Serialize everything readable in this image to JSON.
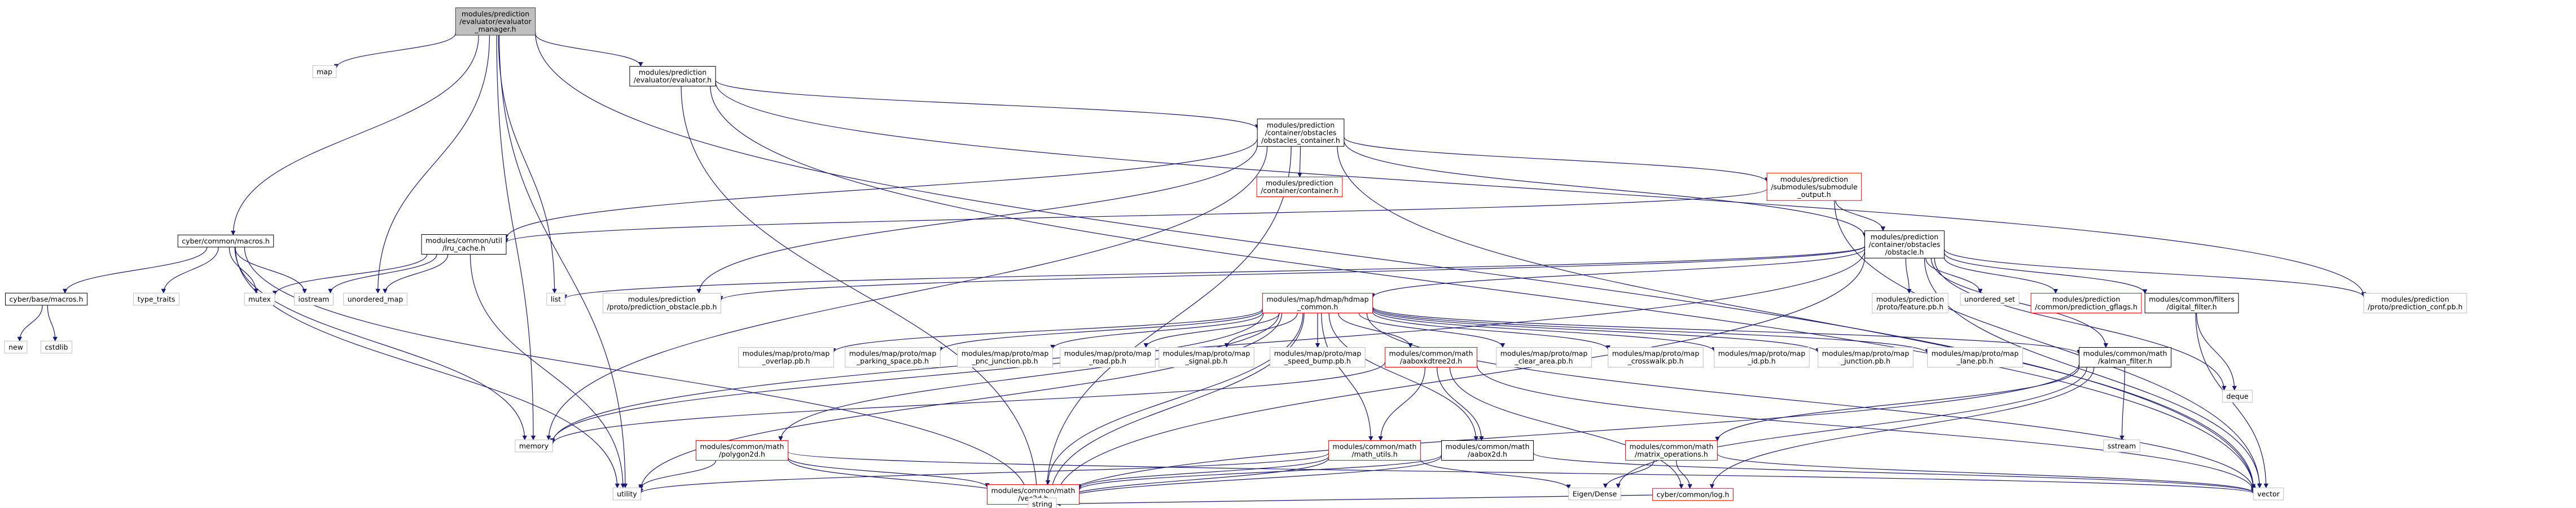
{
  "colors": {
    "root_fill": "#bfbfbf",
    "node_fill": "#ffffff",
    "documented_border": "#000000",
    "undocumented_border": "#ff0000",
    "external_border": "#bfbfbf",
    "edge": "#191970"
  },
  "nodes": [
    {
      "id": "n0",
      "lines": [
        "modules/prediction",
        "/evaluator/evaluator",
        "_manager.h"
      ],
      "kind": "root"
    },
    {
      "id": "n1",
      "lines": [
        "map"
      ],
      "kind": "external"
    },
    {
      "id": "n2",
      "lines": [
        "modules/prediction",
        "/evaluator/evaluator.h"
      ],
      "kind": "documented"
    },
    {
      "id": "n3",
      "lines": [
        "cyber/common/macros.h"
      ],
      "kind": "documented"
    },
    {
      "id": "n4",
      "lines": [
        "modules/prediction",
        "/container/obstacles",
        "/obstacles_container.h"
      ],
      "kind": "documented"
    },
    {
      "id": "n5",
      "lines": [
        "modules/prediction",
        "/container/container.h"
      ],
      "kind": "undocumented"
    },
    {
      "id": "n6",
      "lines": [
        "modules/prediction",
        "/submodules/submodule",
        "_output.h"
      ],
      "kind": "undocumented"
    },
    {
      "id": "n7",
      "lines": [
        "modules/common/util",
        "/lru_cache.h"
      ],
      "kind": "documented"
    },
    {
      "id": "n8",
      "lines": [
        "modules/prediction",
        "/container/obstacles",
        "/obstacle.h"
      ],
      "kind": "documented"
    },
    {
      "id": "n9",
      "lines": [
        "cyber/base/macros.h"
      ],
      "kind": "documented"
    },
    {
      "id": "n10",
      "lines": [
        "new"
      ],
      "kind": "external"
    },
    {
      "id": "n11",
      "lines": [
        "cstdlib"
      ],
      "kind": "external"
    },
    {
      "id": "n12",
      "lines": [
        "type_traits"
      ],
      "kind": "external"
    },
    {
      "id": "n13",
      "lines": [
        "mutex"
      ],
      "kind": "external"
    },
    {
      "id": "n14",
      "lines": [
        "iostream"
      ],
      "kind": "external"
    },
    {
      "id": "n15",
      "lines": [
        "unordered_map"
      ],
      "kind": "external"
    },
    {
      "id": "n16",
      "lines": [
        "list"
      ],
      "kind": "external"
    },
    {
      "id": "n17",
      "lines": [
        "modules/prediction",
        "/proto/prediction_obstacle.pb.h"
      ],
      "kind": "external"
    },
    {
      "id": "n18",
      "lines": [
        "modules/map/hdmap/hdmap",
        "_common.h"
      ],
      "kind": "undocumented"
    },
    {
      "id": "n19",
      "lines": [
        "modules/prediction",
        "/proto/feature.pb.h"
      ],
      "kind": "external"
    },
    {
      "id": "n20",
      "lines": [
        "unordered_set"
      ],
      "kind": "external"
    },
    {
      "id": "n21",
      "lines": [
        "modules/prediction",
        "/common/prediction_gflags.h"
      ],
      "kind": "undocumented"
    },
    {
      "id": "n22",
      "lines": [
        "modules/common/filters",
        "/digital_filter.h"
      ],
      "kind": "documented"
    },
    {
      "id": "n23",
      "lines": [
        "modules/prediction",
        "/proto/prediction_conf.pb.h"
      ],
      "kind": "external"
    },
    {
      "id": "n24",
      "lines": [
        "modules/map/proto/map",
        "_overlap.pb.h"
      ],
      "kind": "external"
    },
    {
      "id": "n25",
      "lines": [
        "modules/map/proto/map",
        "_parking_space.pb.h"
      ],
      "kind": "external"
    },
    {
      "id": "n26",
      "lines": [
        "modules/map/proto/map",
        "_pnc_junction.pb.h"
      ],
      "kind": "external"
    },
    {
      "id": "n27",
      "lines": [
        "modules/map/proto/map",
        "_road.pb.h"
      ],
      "kind": "external"
    },
    {
      "id": "n28",
      "lines": [
        "modules/map/proto/map",
        "_signal.pb.h"
      ],
      "kind": "external"
    },
    {
      "id": "n29",
      "lines": [
        "modules/map/proto/map",
        "_speed_bump.pb.h"
      ],
      "kind": "external"
    },
    {
      "id": "n30",
      "lines": [
        "modules/common/math",
        "/aaboxkdtree2d.h"
      ],
      "kind": "undocumented"
    },
    {
      "id": "n31",
      "lines": [
        "modules/map/proto/map",
        "_clear_area.pb.h"
      ],
      "kind": "external"
    },
    {
      "id": "n32",
      "lines": [
        "modules/map/proto/map",
        "_crosswalk.pb.h"
      ],
      "kind": "external"
    },
    {
      "id": "n33",
      "lines": [
        "modules/map/proto/map",
        "_id.pb.h"
      ],
      "kind": "external"
    },
    {
      "id": "n34",
      "lines": [
        "modules/map/proto/map",
        "_junction.pb.h"
      ],
      "kind": "external"
    },
    {
      "id": "n35",
      "lines": [
        "modules/map/proto/map",
        "_lane.pb.h"
      ],
      "kind": "external"
    },
    {
      "id": "n36",
      "lines": [
        "modules/common/math",
        "/kalman_filter.h"
      ],
      "kind": "documented"
    },
    {
      "id": "n37",
      "lines": [
        "deque"
      ],
      "kind": "external"
    },
    {
      "id": "n38",
      "lines": [
        "memory"
      ],
      "kind": "external"
    },
    {
      "id": "n39",
      "lines": [
        "modules/common/math",
        "/polygon2d.h"
      ],
      "kind": "undocumented"
    },
    {
      "id": "n40",
      "lines": [
        "modules/common/math",
        "/math_utils.h"
      ],
      "kind": "undocumented"
    },
    {
      "id": "n41",
      "lines": [
        "modules/common/math",
        "/aabox2d.h"
      ],
      "kind": "documented"
    },
    {
      "id": "n42",
      "lines": [
        "modules/common/math",
        "/matrix_operations.h"
      ],
      "kind": "undocumented"
    },
    {
      "id": "n43",
      "lines": [
        "sstream"
      ],
      "kind": "external"
    },
    {
      "id": "n44",
      "lines": [
        "utility"
      ],
      "kind": "external"
    },
    {
      "id": "n45",
      "lines": [
        "modules/common/math",
        "/vec2d.h"
      ],
      "kind": "undocumented"
    },
    {
      "id": "n46",
      "lines": [
        "Eigen/Dense"
      ],
      "kind": "external"
    },
    {
      "id": "n47",
      "lines": [
        "cyber/common/log.h"
      ],
      "kind": "undocumented"
    },
    {
      "id": "n48",
      "lines": [
        "vector"
      ],
      "kind": "external"
    },
    {
      "id": "n49",
      "lines": [
        "string"
      ],
      "kind": "external"
    }
  ],
  "edges": [
    [
      "n0",
      "n1"
    ],
    [
      "n0",
      "n2"
    ],
    [
      "n0",
      "n3"
    ],
    [
      "n0",
      "n15"
    ],
    [
      "n0",
      "n16"
    ],
    [
      "n0",
      "n38"
    ],
    [
      "n0",
      "n44"
    ],
    [
      "n0",
      "n48"
    ],
    [
      "n2",
      "n4"
    ],
    [
      "n2",
      "n23"
    ],
    [
      "n2",
      "n49"
    ],
    [
      "n2",
      "n48"
    ],
    [
      "n3",
      "n9"
    ],
    [
      "n3",
      "n12"
    ],
    [
      "n3",
      "n13"
    ],
    [
      "n3",
      "n14"
    ],
    [
      "n3",
      "n38"
    ],
    [
      "n3",
      "n44"
    ],
    [
      "n3",
      "n49"
    ],
    [
      "n9",
      "n10"
    ],
    [
      "n9",
      "n11"
    ],
    [
      "n4",
      "n5"
    ],
    [
      "n4",
      "n6"
    ],
    [
      "n4",
      "n7"
    ],
    [
      "n4",
      "n8"
    ],
    [
      "n4",
      "n17"
    ],
    [
      "n4",
      "n38"
    ],
    [
      "n4",
      "n48"
    ],
    [
      "n4",
      "n49"
    ],
    [
      "n6",
      "n7"
    ],
    [
      "n6",
      "n8"
    ],
    [
      "n6",
      "n48"
    ],
    [
      "n7",
      "n13"
    ],
    [
      "n7",
      "n14"
    ],
    [
      "n7",
      "n15"
    ],
    [
      "n7",
      "n44"
    ],
    [
      "n8",
      "n16"
    ],
    [
      "n8",
      "n17"
    ],
    [
      "n8",
      "n18"
    ],
    [
      "n8",
      "n19"
    ],
    [
      "n8",
      "n20"
    ],
    [
      "n8",
      "n21"
    ],
    [
      "n8",
      "n22"
    ],
    [
      "n8",
      "n23"
    ],
    [
      "n8",
      "n36"
    ],
    [
      "n8",
      "n37"
    ],
    [
      "n8",
      "n38"
    ],
    [
      "n8",
      "n48"
    ],
    [
      "n8",
      "n49"
    ],
    [
      "n18",
      "n24"
    ],
    [
      "n18",
      "n25"
    ],
    [
      "n18",
      "n26"
    ],
    [
      "n18",
      "n27"
    ],
    [
      "n18",
      "n28"
    ],
    [
      "n18",
      "n29"
    ],
    [
      "n18",
      "n30"
    ],
    [
      "n18",
      "n31"
    ],
    [
      "n18",
      "n32"
    ],
    [
      "n18",
      "n33"
    ],
    [
      "n18",
      "n34"
    ],
    [
      "n18",
      "n35"
    ],
    [
      "n18",
      "n36"
    ],
    [
      "n18",
      "n38"
    ],
    [
      "n18",
      "n39"
    ],
    [
      "n18",
      "n40"
    ],
    [
      "n18",
      "n41"
    ],
    [
      "n18",
      "n44"
    ],
    [
      "n18",
      "n45"
    ],
    [
      "n18",
      "n48"
    ],
    [
      "n18",
      "n49"
    ],
    [
      "n22",
      "n37"
    ],
    [
      "n22",
      "n48"
    ],
    [
      "n30",
      "n38"
    ],
    [
      "n30",
      "n40"
    ],
    [
      "n30",
      "n41"
    ],
    [
      "n30",
      "n47"
    ],
    [
      "n30",
      "n48"
    ],
    [
      "n36",
      "n42"
    ],
    [
      "n36",
      "n43"
    ],
    [
      "n36",
      "n46"
    ],
    [
      "n36",
      "n47"
    ],
    [
      "n36",
      "n49"
    ],
    [
      "n39",
      "n45"
    ],
    [
      "n39",
      "n48"
    ],
    [
      "n39",
      "n49"
    ],
    [
      "n39",
      "n44"
    ],
    [
      "n40",
      "n45"
    ],
    [
      "n40",
      "n44"
    ],
    [
      "n40",
      "n46"
    ],
    [
      "n40",
      "n49"
    ],
    [
      "n41",
      "n45"
    ],
    [
      "n41",
      "n49"
    ],
    [
      "n41",
      "n48"
    ],
    [
      "n42",
      "n46"
    ],
    [
      "n42",
      "n47"
    ],
    [
      "n42",
      "n48"
    ],
    [
      "n45",
      "n49"
    ],
    [
      "n47",
      "n49"
    ]
  ]
}
